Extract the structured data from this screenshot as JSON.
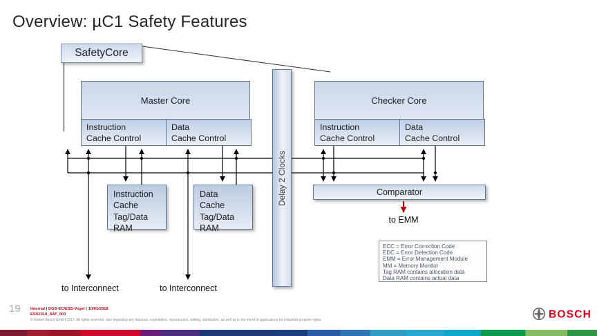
{
  "slide": {
    "title": "Overview: µC1 Safety Features",
    "page_number": "19"
  },
  "diagram": {
    "callout_label": "SafetyCore",
    "master_core_title": "Master Core",
    "checker_core_title": "Checker Core",
    "master_instruction_cache": "Instruction\nCache Control",
    "master_data_cache": "Data\nCache Control",
    "checker_instruction_cache": "Instruction\nCache Control",
    "checker_data_cache": "Data\nCache Control",
    "delay_label": "Delay 2 Clocks",
    "instruction_ram": "Instruction\nCache\nTag/Data\nRAM",
    "data_ram": "Data\nCache\nTag/Data\nRAM",
    "comparator_label": "Comparator",
    "to_emm": "to EMM",
    "to_interconnect_left": "to Interconnect",
    "to_interconnect_right": "to Interconnect",
    "legend": [
      "ECC = Error Correction Code",
      "EDC = Error Detection Code",
      "EMM = Error Management Module",
      "MM = Memory Monitor",
      "Tag RAM contains allocation data",
      "Data RAM contains actual data"
    ]
  },
  "footer": {
    "line1": "Internal | DGS-EC/ESS-Vogel | 10/01/2018",
    "doc_id": "ESS2018_SAT_003",
    "copyright": "© Robert Bosch GmbH 2017. All rights reserved, also regarding any disposal, exploitation, reproduction, editing, distribution, as well as in the event of applications for industrial property rights."
  },
  "brand": {
    "name": "BOSCH"
  },
  "colors": {
    "bosch_red": "#E10019",
    "footer_red": "#B00014",
    "arrow_red": "#C00000",
    "box_border": "#5F7695",
    "box_fill_top": "#C9D7EA",
    "box_fill_bottom": "#EEF2F9",
    "legend_text": "#44546A",
    "supergraphic": [
      "#7D1B33",
      "#9E1728",
      "#CF0A2C",
      "#4C2F7C",
      "#203A77",
      "#2B5AA7",
      "#2F74B5",
      "#2E9BC3",
      "#28A8D0",
      "#0C9B4E",
      "#86BC62",
      "#2E9747"
    ]
  }
}
